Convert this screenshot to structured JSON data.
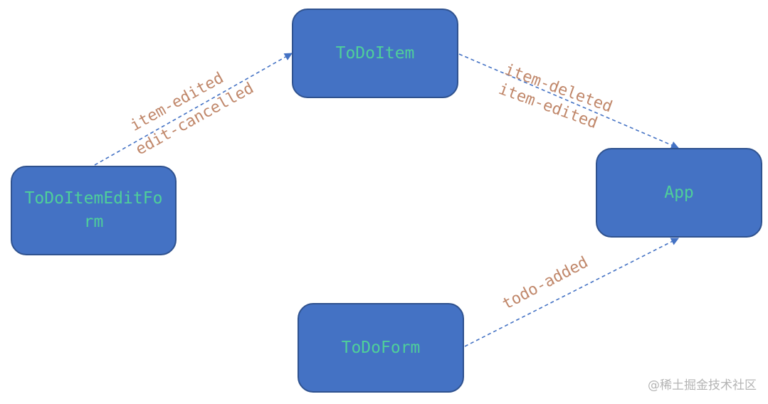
{
  "diagram": {
    "nodes": {
      "todoitem": "ToDoItem",
      "editform": "ToDoItemEditForm",
      "app": "App",
      "todoform": "ToDoForm"
    },
    "edges": {
      "editform_to_todoitem": [
        "item-edited",
        "edit-cancelled"
      ],
      "todoitem_to_app": [
        "item-deleted",
        "item-edited"
      ],
      "todoform_to_app": [
        "todo-added"
      ]
    },
    "colors": {
      "node_fill": "#4472c4",
      "node_text": "#4fcf9a",
      "edge": "#4472c4",
      "edge_label": "#c0876a"
    }
  },
  "watermark": "@稀土掘金技术社区"
}
